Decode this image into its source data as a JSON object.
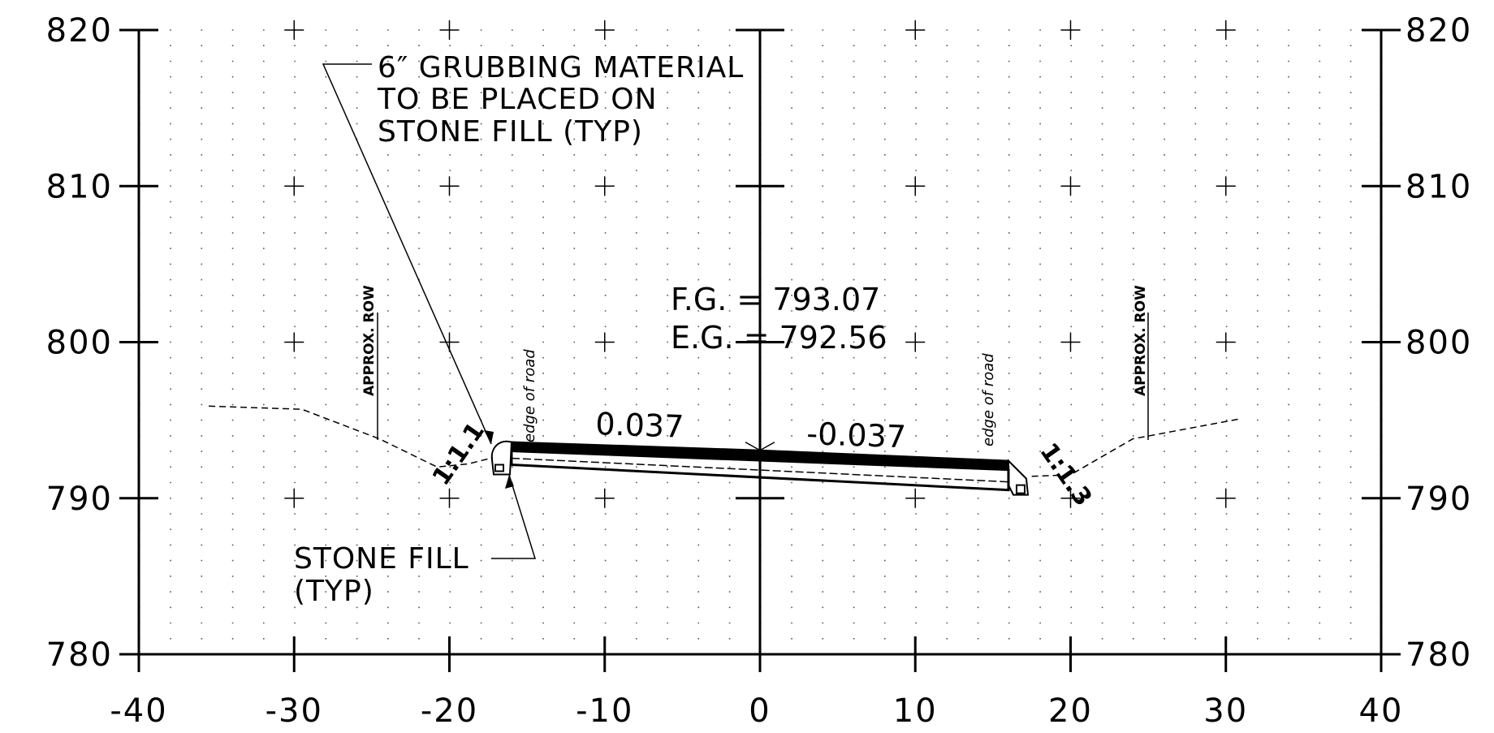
{
  "drawing": {
    "x_axis": {
      "min": -40,
      "max": 40,
      "step": 10,
      "labels": [
        "-40",
        "-30",
        "-20",
        "-10",
        "0",
        "10",
        "20",
        "30",
        "40"
      ]
    },
    "y_axis": {
      "min": 780,
      "max": 820,
      "step": 10,
      "labels": [
        "780",
        "790",
        "800",
        "810",
        "820"
      ]
    },
    "grid": {
      "dot_spacing_ft": 2,
      "dot_spacing_elev": 1,
      "crosses": true
    },
    "existing_ground": [
      [
        -35.5,
        795.9
      ],
      [
        -29.5,
        795.7
      ],
      [
        -24.5,
        793.8
      ],
      [
        -20.8,
        792.0
      ],
      [
        -18.8,
        792.2
      ],
      [
        -17.2,
        792.6
      ]
    ],
    "existing_ground_right": [
      [
        17.5,
        791.4
      ],
      [
        20.0,
        791.5
      ],
      [
        24.0,
        793.8
      ],
      [
        31.0,
        795.1
      ]
    ],
    "finished_grade": {
      "crown": [
        0,
        793.07
      ],
      "left_edge": [
        -16.0,
        793.6
      ],
      "right_edge": [
        16.0,
        792.4
      ]
    },
    "annotations": {
      "grubbing_note": [
        "6″ GRUBBING MATERIAL",
        "TO BE PLACED ON",
        "STONE FILL (TYP)"
      ],
      "stone_fill_note": [
        "STONE FILL",
        "(TYP)"
      ],
      "fg_label": "F.G. = 793.07",
      "eg_label": "E.G. = 792.56",
      "slope_left": "0.037",
      "slope_right": "-0.037",
      "row_left": "APPROX. ROW",
      "row_right": "APPROX. ROW",
      "edge_left": "edge of road",
      "edge_right": "edge of road",
      "ratio_left": "1:1.1",
      "ratio_right": "1:1.3"
    }
  }
}
